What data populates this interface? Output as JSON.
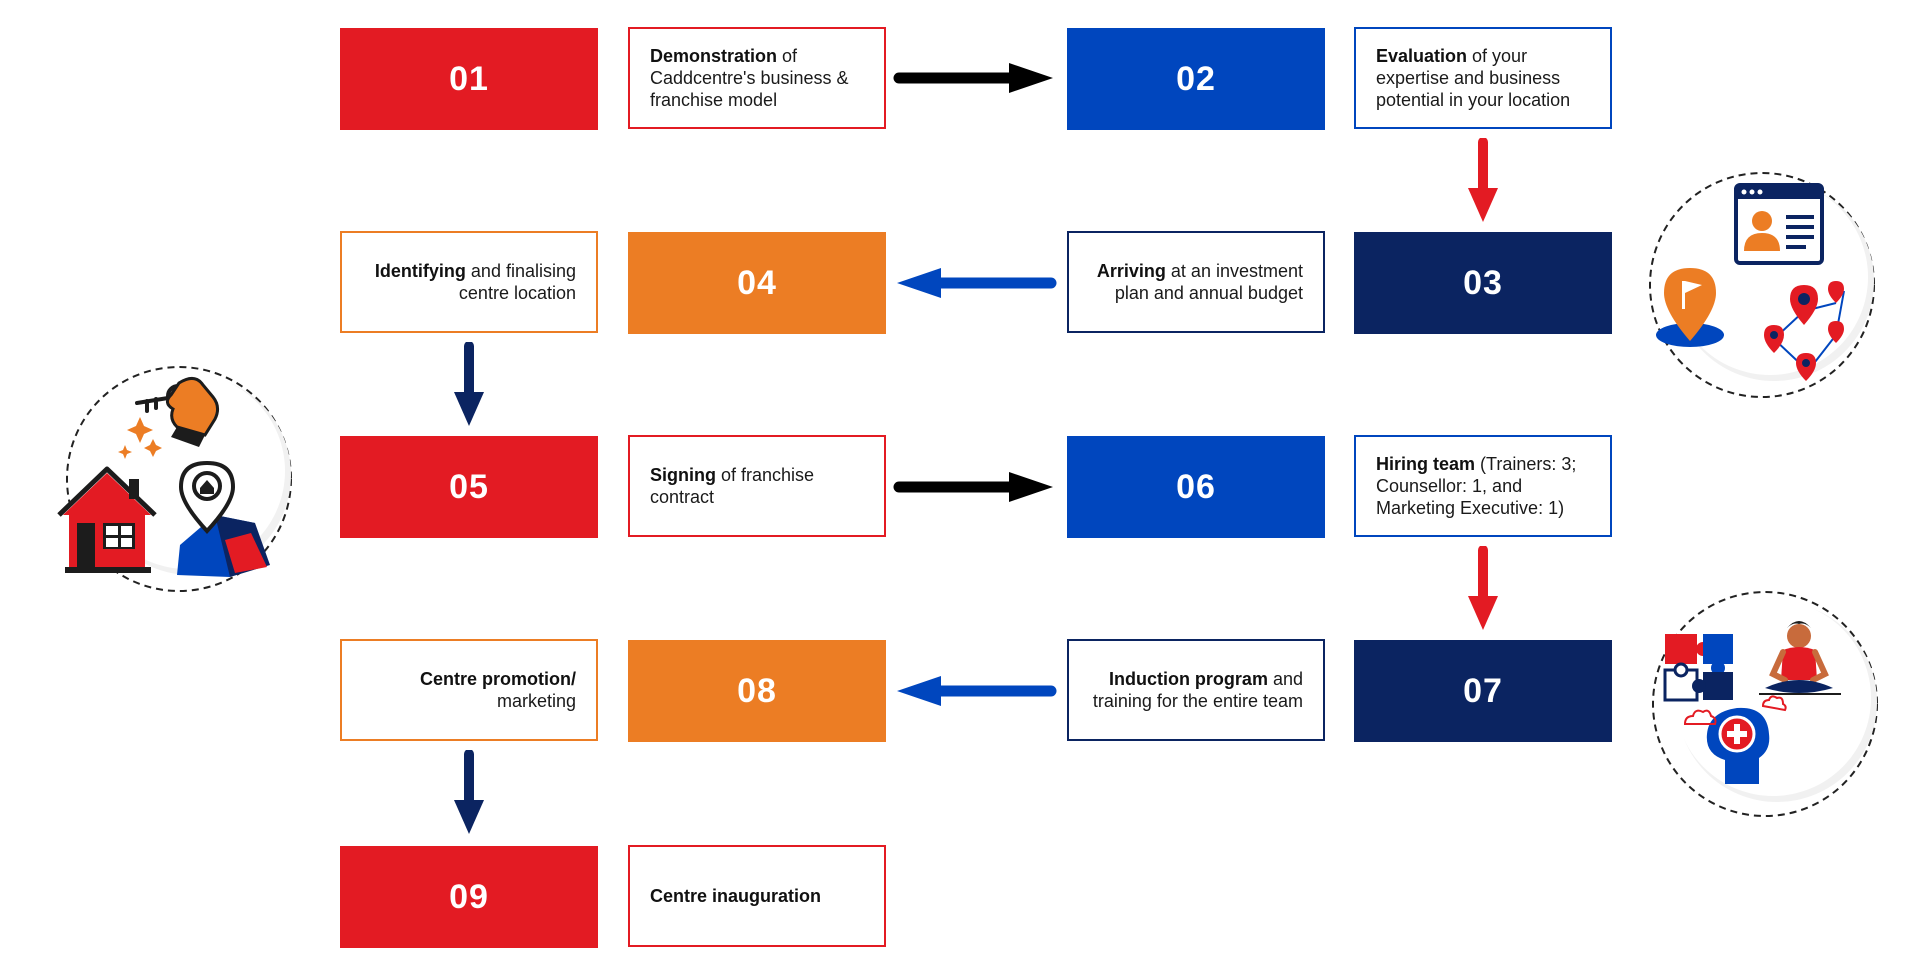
{
  "steps": {
    "s01": {
      "num": "01",
      "bold": "Demonstration",
      "rest": " of Caddcentre's business & franchise model"
    },
    "s02": {
      "num": "02",
      "bold": "Evaluation",
      "rest": " of your expertise and business potential in your location"
    },
    "s03": {
      "num": "03",
      "bold": "Arriving",
      "rest": " at an investment plan and annual budget"
    },
    "s04": {
      "num": "04",
      "bold": "Identifying",
      "rest": " and finalising centre location"
    },
    "s05": {
      "num": "05",
      "bold": "Signing",
      "rest": " of franchise contract"
    },
    "s06": {
      "num": "06",
      "bold": "Hiring team",
      "rest": " (Trainers: 3; Counsellor: 1, and Marketing Executive: 1)"
    },
    "s07": {
      "num": "07",
      "bold": "Induction program",
      "rest": " and training for the entire team"
    },
    "s08": {
      "num": "08",
      "bold": "Centre promotion/",
      "rest": " marketing"
    },
    "s09": {
      "num": "09",
      "bold": "Centre inauguration",
      "rest": ""
    }
  },
  "colors": {
    "red": "#e31b23",
    "blue": "#0046be",
    "navy": "#0b2461",
    "orange": "#ec7d24",
    "arrow_black": "#000000"
  },
  "illustrations": {
    "left": "house-key-location-icon",
    "top_right": "profile-location-map-icon",
    "bottom_right": "puzzle-meditation-health-icon"
  }
}
